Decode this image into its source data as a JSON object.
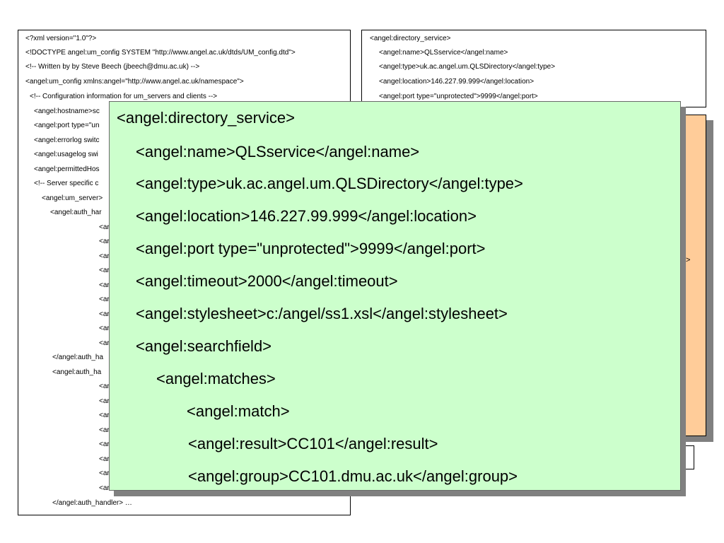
{
  "left_panel": {
    "lines": [
      "<?xml version=\"1.0\"?>",
      "<!DOCTYPE angel:um_config SYSTEM \"http://www.angel.ac.uk/dtds/UM_config.dtd\">",
      "<!-- Written by by Steve Beech (jbeech@dmu.ac.uk) -->",
      "<angel:um_config xmlns:angel=\"http://www.angel.ac.uk/namespace\">",
      "<!-- Configuration information for um_servers and clients -->",
      "<angel:hostname>sc",
      "<angel:port type=\"un",
      "<angel:errorlog switc",
      "<angel:usagelog swi",
      "<angel:permittedHos",
      "<!-- Server specific c",
      "<angel:um_server>",
      "<angel:auth_har",
      "<ar",
      "<ar",
      "<ar",
      "<ar",
      "<ar",
      "<ar",
      "<ar",
      "<ar",
      "<ar",
      "</angel:auth_ha",
      "<angel:auth_ha",
      "<ar",
      "<ar",
      "<ar",
      "<ar",
      "<ar",
      "<ar",
      "<ar",
      "<ar",
      "</angel:auth_handler> …"
    ]
  },
  "right_panel": {
    "lines": [
      "<angel:directory_service>",
      "<angel:name>QLSservice</angel:name>",
      "<angel:type>uk.ac.angel.um.QLSDirectory</angel:type>",
      "<angel:location>146.227.99.999</angel:location>",
      "<angel:port type=\"unprotected\">9999</angel:port>"
    ]
  },
  "peach_box": {
    "glyph": ">"
  },
  "zoom_box": {
    "lines": [
      "<angel:directory_service>",
      "<angel:name>QLSservice</angel:name>",
      "<angel:type>uk.ac.angel.um.QLSDirectory</angel:type>",
      "<angel:location>146.227.99.999</angel:location>",
      "<angel:port type=\"unprotected\">9999</angel:port>",
      "<angel:timeout>2000</angel:timeout>",
      "<angel:stylesheet>c:/angel/ss1.xsl</angel:stylesheet>",
      "<angel:searchfield>",
      "<angel:matches>",
      "<angel:match>",
      "<angel:result>CC101</angel:result>",
      "<angel:group>CC101.dmu.ac.uk</angel:group>"
    ]
  },
  "colors": {
    "zoom_background": "#ccffcc",
    "peach_background": "#ffcc99",
    "shadow": "#808080"
  }
}
